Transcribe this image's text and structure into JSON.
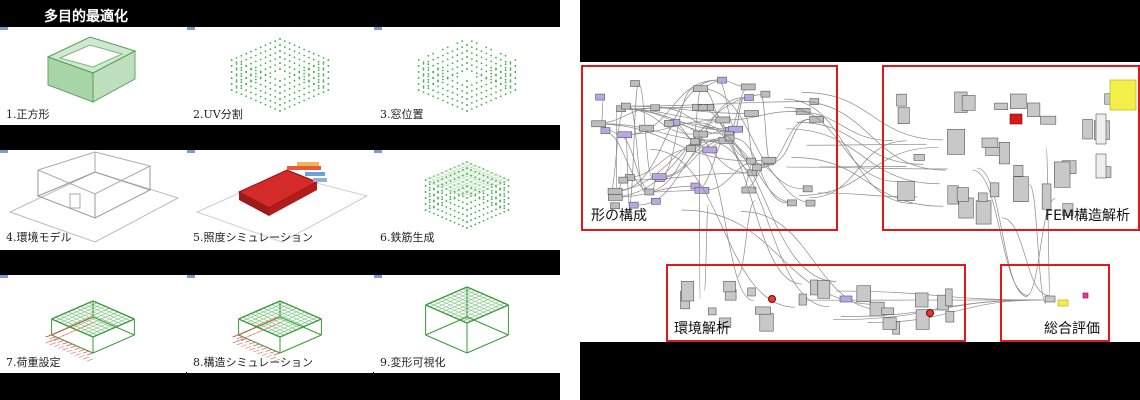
{
  "left_panel": {
    "title": "多目的最適化",
    "steps": [
      {
        "label": "1.正方形",
        "icon": "box-model-icon"
      },
      {
        "label": "2.UV分割",
        "icon": "point-grid-icon"
      },
      {
        "label": "3.窓位置",
        "icon": "window-points-icon"
      },
      {
        "label": "4.環境モデル",
        "icon": "environment-model-icon"
      },
      {
        "label": "5.照度シミュレーション",
        "icon": "illuminance-map-icon"
      },
      {
        "label": "6.鉄筋生成",
        "icon": "rebar-grid-icon"
      },
      {
        "label": "7.荷重設定",
        "icon": "load-arrows-icon"
      },
      {
        "label": "8.構造シミュレーション",
        "icon": "structure-mesh-icon"
      },
      {
        "label": "9.変形可視化",
        "icon": "deformation-mesh-icon"
      }
    ]
  },
  "right_panel": {
    "groups": [
      {
        "label": "形の構成"
      },
      {
        "label": "FEM構造解析"
      },
      {
        "label": "環境解析"
      },
      {
        "label": "総合評価"
      }
    ]
  },
  "colors": {
    "group_border": "#e01818",
    "rebar_green": "#3fb24a",
    "illuminance_red": "#c0152a",
    "component_purple": "#b9a6e6",
    "panel_yellow": "#f5ef4a"
  }
}
